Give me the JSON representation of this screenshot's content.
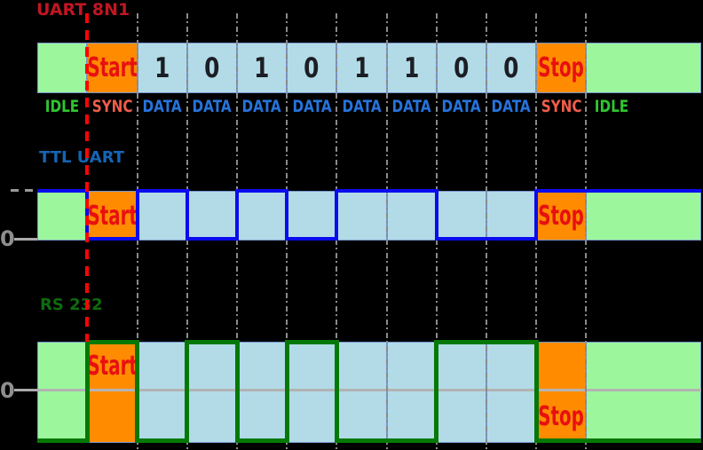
{
  "title": {
    "text": "UART 8N1",
    "color": "#c11622"
  },
  "frame": {
    "start_label": "Start",
    "stop_label": "Stop"
  },
  "top_band": {
    "bits": [
      "1",
      "0",
      "1",
      "0",
      "1",
      "1",
      "0",
      "0"
    ]
  },
  "phase_labels": {
    "sequence": [
      "IDLE",
      "SYNC",
      "DATA",
      "DATA",
      "DATA",
      "DATA",
      "DATA",
      "DATA",
      "DATA",
      "DATA",
      "SYNC",
      "IDLE"
    ],
    "colors": {
      "IDLE": "#2fc52f",
      "SYNC": "#ef5d4a",
      "DATA": "#2574dd"
    }
  },
  "ttl": {
    "label": "TTL UART",
    "label_color": "#1565b5",
    "zero_label": "0",
    "line_color": "#0b0bee",
    "levels": [
      "high",
      "low",
      "high",
      "low",
      "high",
      "low",
      "high",
      "high",
      "low",
      "low",
      "high",
      "high"
    ]
  },
  "rs232": {
    "label": "RS 232",
    "label_color": "#0e6b0e",
    "zero_label": "0",
    "line_color": "#067806",
    "levels": [
      "low",
      "high",
      "low",
      "high",
      "low",
      "high",
      "low",
      "low",
      "high",
      "high",
      "low",
      "low"
    ]
  },
  "colors": {
    "idle_block": "#9cf79c",
    "start_block": "#ff8c00",
    "data_block": "#b2dbe7",
    "stop_block": "#ff8c00",
    "grid": "#8a8a8a",
    "sync_marker": "#ff0404",
    "axis": "#aaaaaa",
    "zero_text": "#8e8e8e",
    "bit_text": "#1b1e24",
    "start_stop_text": "#e81010",
    "cell_border": "#7796cc"
  }
}
